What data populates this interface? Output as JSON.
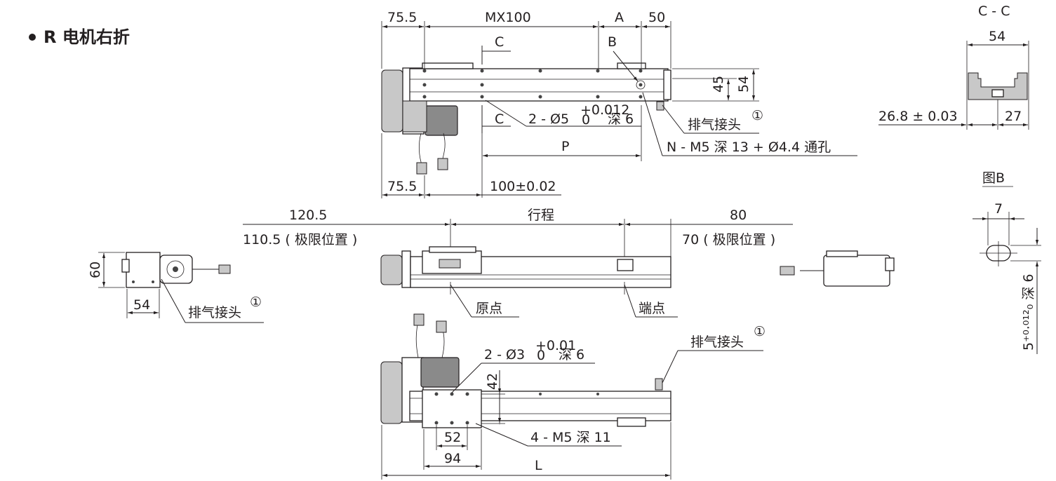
{
  "title": "R 电机右折",
  "labels": {
    "dim_75_5_top": "75.5",
    "mx100": "MX100",
    "a": "A",
    "dim_50": "50",
    "c_top": "C",
    "b": "B",
    "dim_45": "45",
    "dim_54_side": "54",
    "hole_5_prefix": "2 - Ø5",
    "hole_5_tol_plus": "+0.012",
    "hole_5_tol_zero": "0",
    "hole_5_suffix": "深 6",
    "c_bottom": "C",
    "exhaust_top": "排气接头",
    "p": "P",
    "n_m5": "N - M5 深 13 + Ø4.4 通孔",
    "dim_75_5_bottom": "75.5",
    "dim_100": "100±0.02",
    "dim_120_5": "120.5",
    "dim_110_5": "110.5 ( 极限位置 )",
    "stroke": "行程",
    "dim_80": "80",
    "dim_70": "70 ( 极限位置 )",
    "origin": "原点",
    "end_point": "端点",
    "end_60": "60",
    "end_54": "54",
    "exhaust_left": "排气接头",
    "hole_3_prefix": "2 - Ø3",
    "hole_3_tol_plus": "+0.01",
    "hole_3_tol_zero": "0",
    "hole_3_suffix": "深 6",
    "exhaust_bottom": "排气接头",
    "dim_42": "42",
    "dim_52": "52",
    "m5_11": "4 - M5 深 11",
    "dim_94": "94",
    "l": "L",
    "section_cc": "C - C",
    "cc_54": "54",
    "cc_26_8": "26.8 ± 0.03",
    "cc_27": "27",
    "fig_b": "图B",
    "figb_7": "7",
    "figb_depth": "5⁺⁰·⁰¹²₀ 深 6",
    "circled_one": "①"
  }
}
